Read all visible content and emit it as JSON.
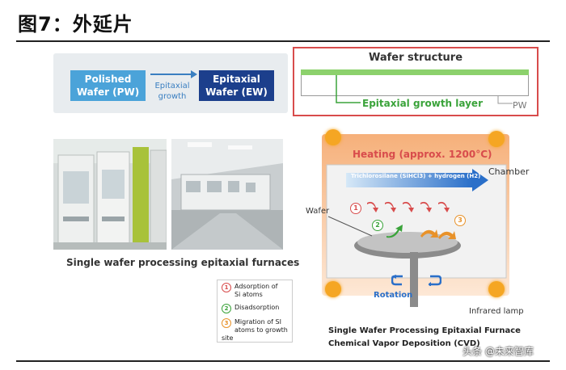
{
  "header": {
    "title": "图7：外延片"
  },
  "flow": {
    "pw_label_line1": "Polished",
    "pw_label_line2": "Wafer (PW)",
    "arrow_line1": "Epitaxial",
    "arrow_line2": "growth",
    "ew_label_line1": "Epitaxial",
    "ew_label_line2": "Wafer (EW)"
  },
  "wafer_structure": {
    "title": "Wafer structure",
    "epi_label": "Epitaxial growth layer",
    "pw_label": "PW"
  },
  "photos": {
    "caption": "Single wafer processing epitaxial furnaces"
  },
  "furnace": {
    "heating_label": "Heating (approx. 1200°C)",
    "gas_label": "Trichlorosilane (SiHCl3) + hydrogen (H2)",
    "chamber_label": "Chamber",
    "wafer_label": "Wafer",
    "rotation_label": "Rotation",
    "lamp_label": "Infrared lamp",
    "num1": "1",
    "num2": "2",
    "num3": "3",
    "caption_line1": "Single Wafer Processing Epitaxial Furnace",
    "caption_line2": "Chemical Vapor Deposition (CVD)"
  },
  "legend": [
    {
      "num": "1",
      "text_line1": "Adsorption of",
      "text_line2": "Si atoms",
      "color": "#d84c4c"
    },
    {
      "num": "2",
      "text_line1": "Disadsorption",
      "text_line2": "",
      "color": "#3aa33a"
    },
    {
      "num": "3",
      "text_line1": "Migration of SI",
      "text_line2": "atoms to growth site",
      "color": "#e8922a"
    }
  ],
  "watermark": {
    "text": "头条 @未来智库"
  },
  "colors": {
    "pw_blue": "#4ba3d9",
    "ew_navy": "#1c3f8c",
    "structure_border": "#d84c4c",
    "epi_green": "#3aa33a",
    "heat_red": "#d84c4c"
  }
}
